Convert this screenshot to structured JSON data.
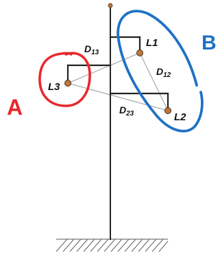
{
  "labels": {
    "region_a": "A",
    "region_b": "B",
    "conductor_1": "L1",
    "conductor_2": "L2",
    "conductor_3": "L3",
    "distance_12_main": "D",
    "distance_12_sub": "12",
    "distance_13_main": "D",
    "distance_13_sub": "13",
    "distance_23_main": "D",
    "distance_23_sub": "23"
  },
  "colors": {
    "region_a": "#e8282c",
    "region_b": "#1f72c4",
    "structure": "#222222",
    "conductor_fill": "#c8752e",
    "distance_line": "#9a9a9a",
    "ground_hatch": "#777777"
  }
}
